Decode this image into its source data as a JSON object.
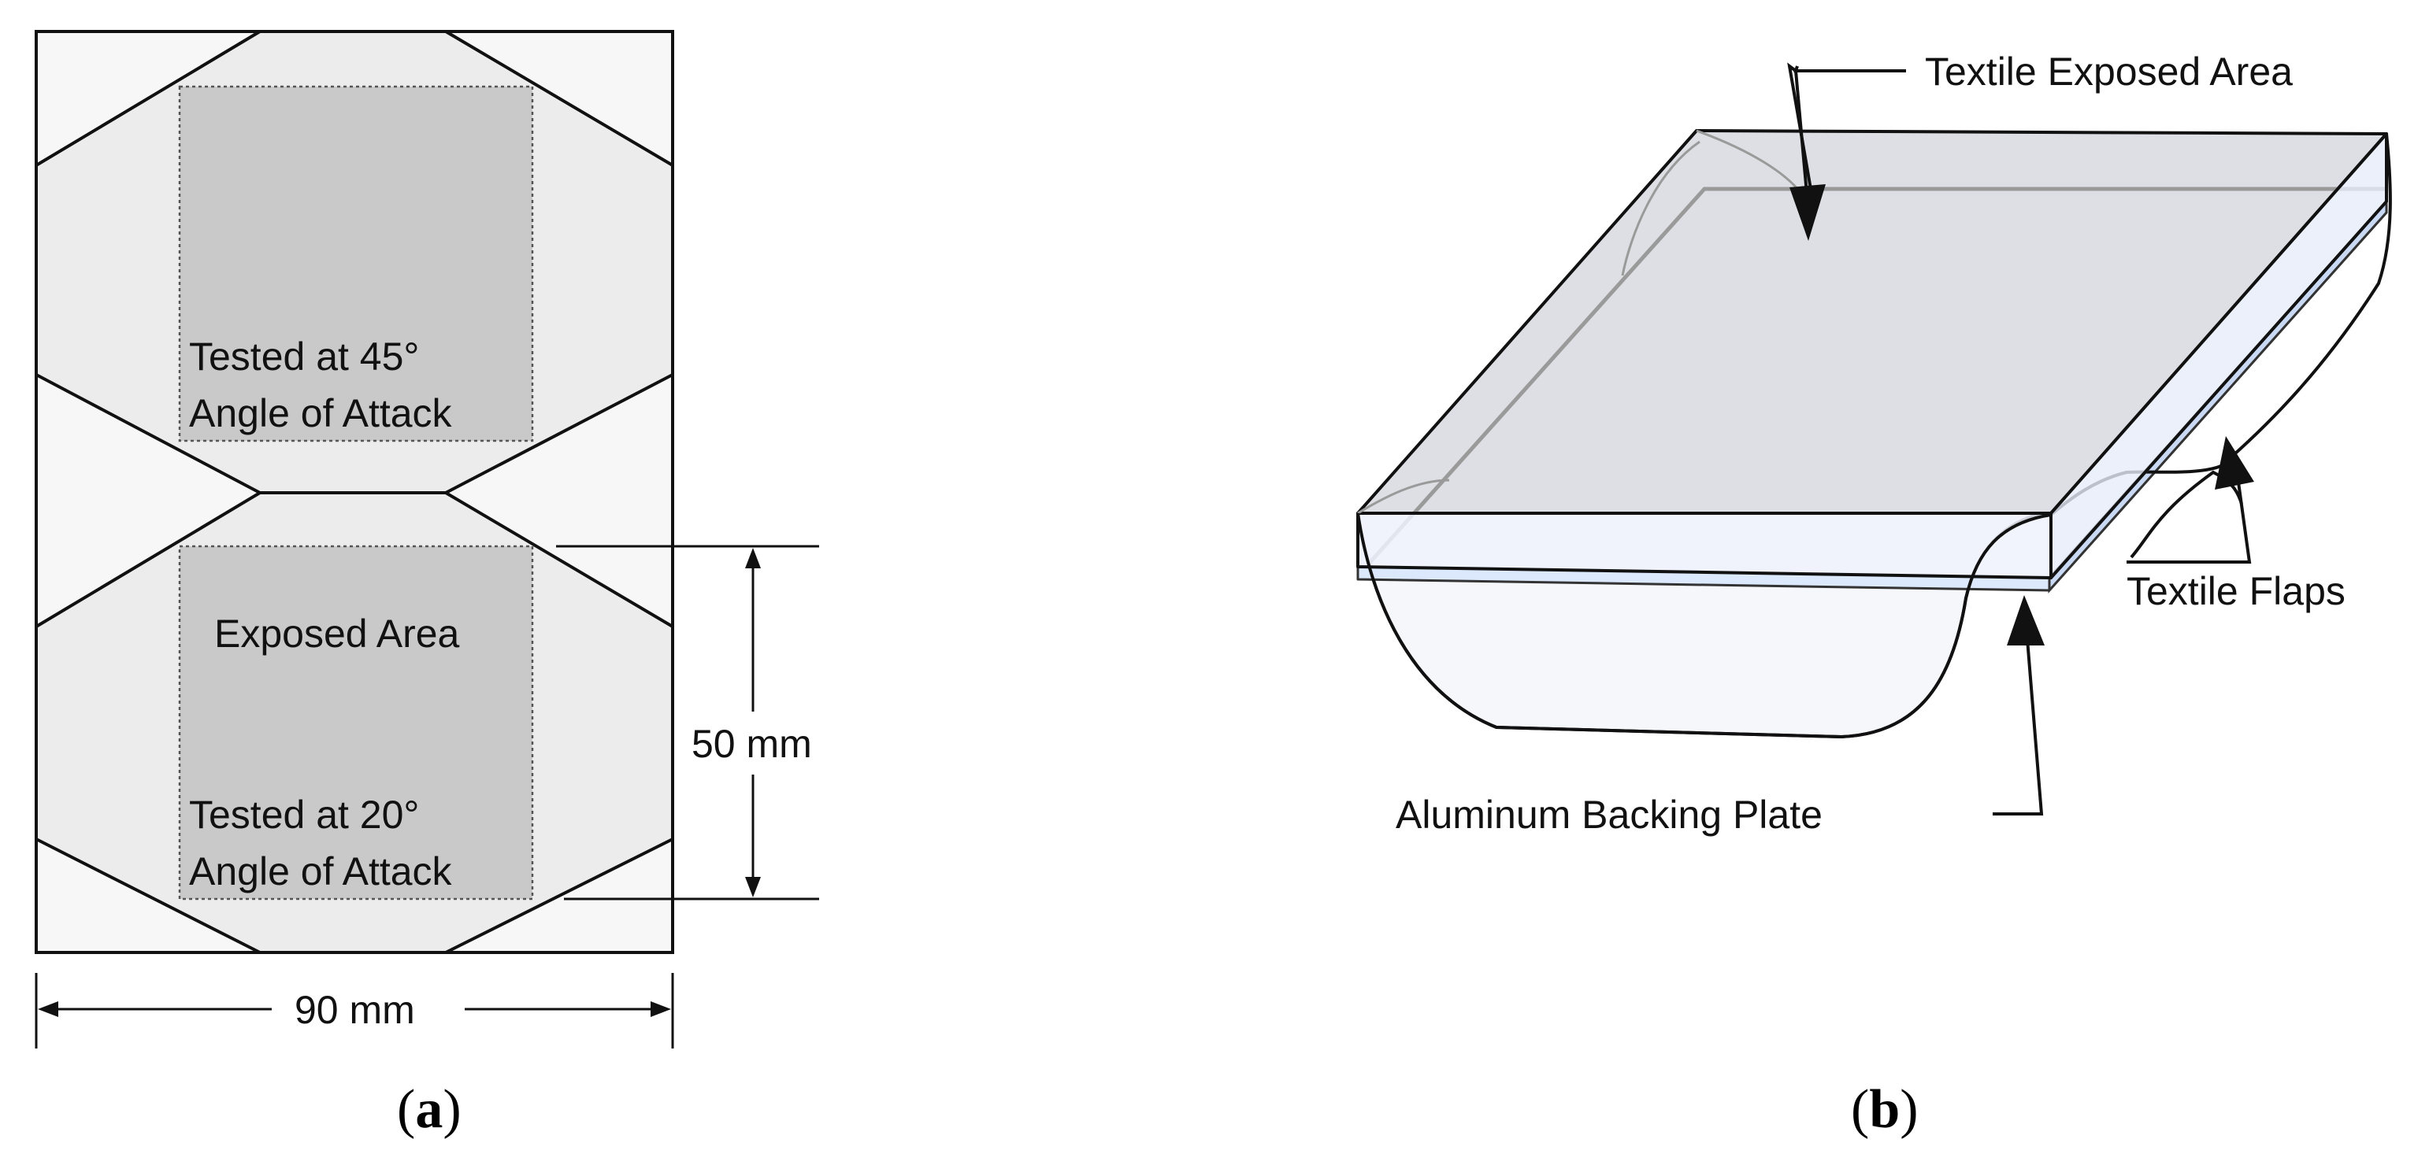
{
  "panel_a": {
    "upper_region_label_line1": "Tested at 45°",
    "upper_region_label_line2": "Angle of Attack",
    "exposed_area_label": "Exposed Area",
    "lower_region_label_line1": "Tested at 20°",
    "lower_region_label_line2": "Angle of Attack",
    "height_dimension": "50 mm",
    "width_dimension": "90 mm",
    "caption_letter": "a"
  },
  "panel_b": {
    "textile_exposed_area_label": "Textile Exposed Area",
    "textile_flaps_label": "Textile Flaps",
    "backing_plate_label": "Aluminum Backing Plate",
    "caption_letter": "b"
  },
  "colors": {
    "outline": "#111111",
    "flap_fill": "#ececec",
    "exposed_fill": "#c9c9c9",
    "background_sheet": "#f7f7f7",
    "plate_fill": "#dce8fb",
    "textile_top": "#dedfe4"
  }
}
